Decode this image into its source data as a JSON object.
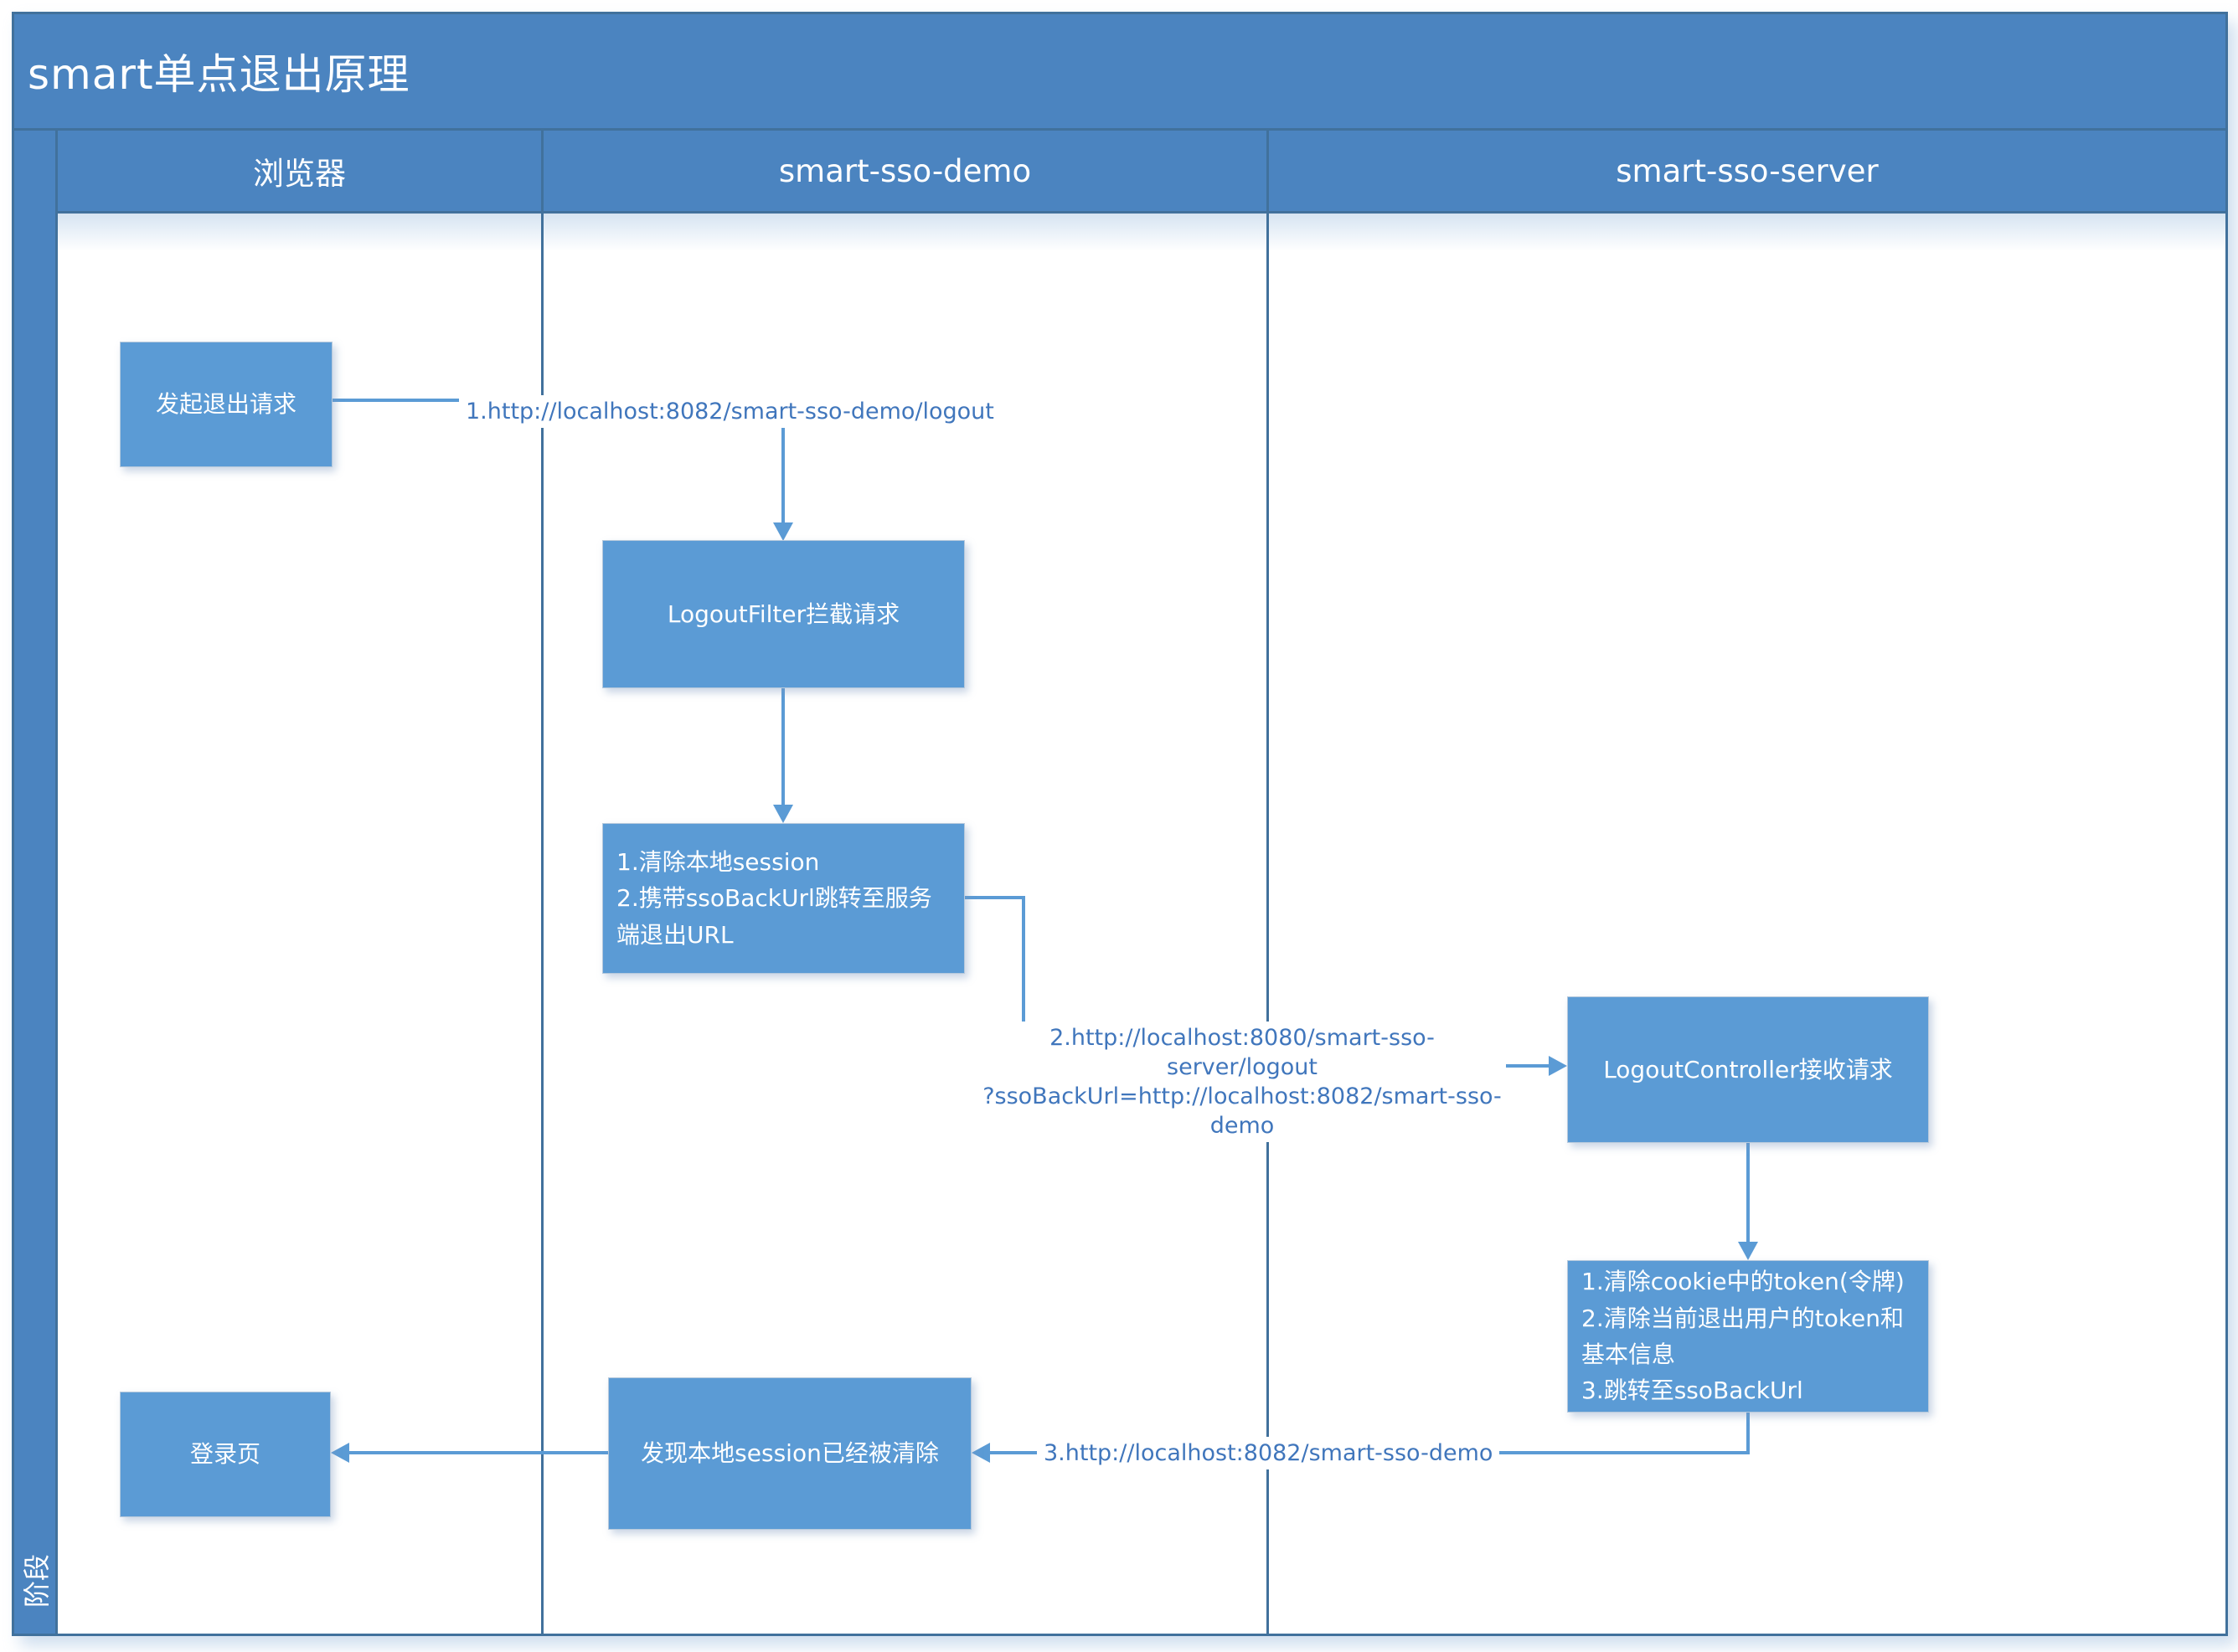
{
  "title": "smart单点退出原理",
  "phase_label": "阶段",
  "lanes": [
    {
      "label": "浏览器"
    },
    {
      "label": "smart-sso-demo"
    },
    {
      "label": "smart-sso-server"
    }
  ],
  "nodes": {
    "start": "发起退出请求",
    "logout_filter": "LogoutFilter拦截请求",
    "clear_session": "1.清除本地session\n2.携带ssoBackUrl跳转至服务端退出URL",
    "logout_controller": "LogoutController接收请求",
    "clear_cookie": "1.清除cookie中的token(令牌)\n2.清除当前退出用户的token和基本信息\n3.跳转至ssoBackUrl",
    "found_session": "发现本地session已经被清除",
    "login_page": "登录页"
  },
  "edges": {
    "e1_label": "1.http://localhost:8082/smart-sso-demo/logout",
    "e2_label_line1": "2.http://localhost:8080/smart-sso-server/logout",
    "e2_label_line2": "?ssoBackUrl=http://localhost:8082/smart-sso-demo",
    "e3_label": "3.http://localhost:8082/smart-sso-demo"
  },
  "colors": {
    "band_blue": "#4b84c0",
    "node_blue": "#5b9bd5",
    "frame_border": "#41719c",
    "connector": "#5b9bd5",
    "label_text": "#4076bc"
  }
}
